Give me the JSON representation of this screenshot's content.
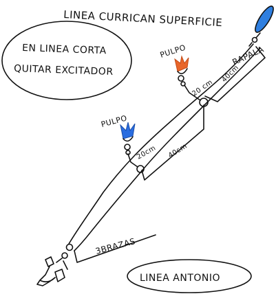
{
  "title": "LINEA CURRICAN SUPERFICIE",
  "note": {
    "line1": "EN LINEA CORTA",
    "line2": "QUITAR EXCITADOR"
  },
  "labels": {
    "rapala": "RAPALA",
    "upper_pulpo": "PULPO",
    "upper_20cm": "20 cm",
    "upper_40cm": "40cm",
    "lower_pulpo": "PULPO",
    "lower_20cm": "20cm",
    "lower_40cm": "40cm",
    "brazas": "3BRAZAS"
  },
  "signature": "LINEA ANTONIO",
  "colors": {
    "ink": "#111111",
    "rapala_lure": "#2f7fe0",
    "upper_pulpo_skirt": "#e8662a",
    "lower_pulpo_skirt": "#2a6de0"
  }
}
